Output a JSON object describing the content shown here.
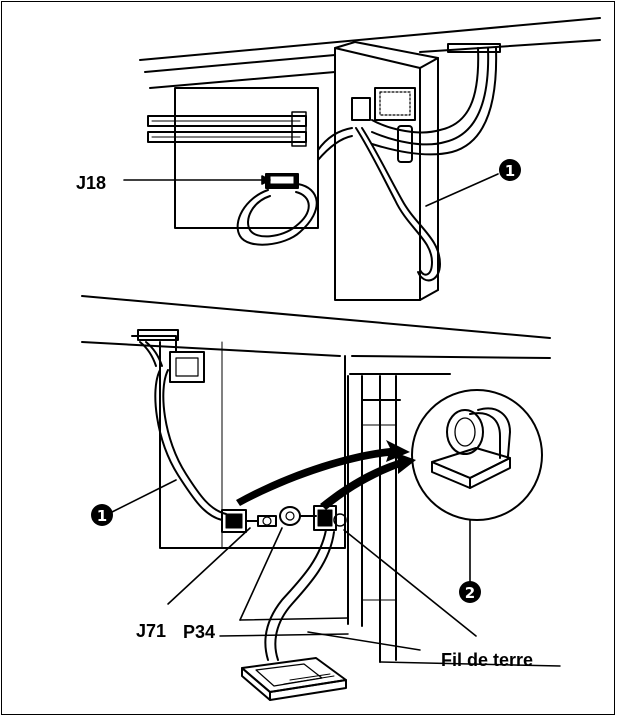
{
  "labels": {
    "j18": "J18",
    "j71": "J71",
    "p34": "P34",
    "ground": "Fil de terre"
  },
  "callouts": {
    "cable": "1",
    "clamp": "2"
  },
  "colors": {
    "line": "#000000",
    "background": "#ffffff",
    "badge": "#000000"
  }
}
